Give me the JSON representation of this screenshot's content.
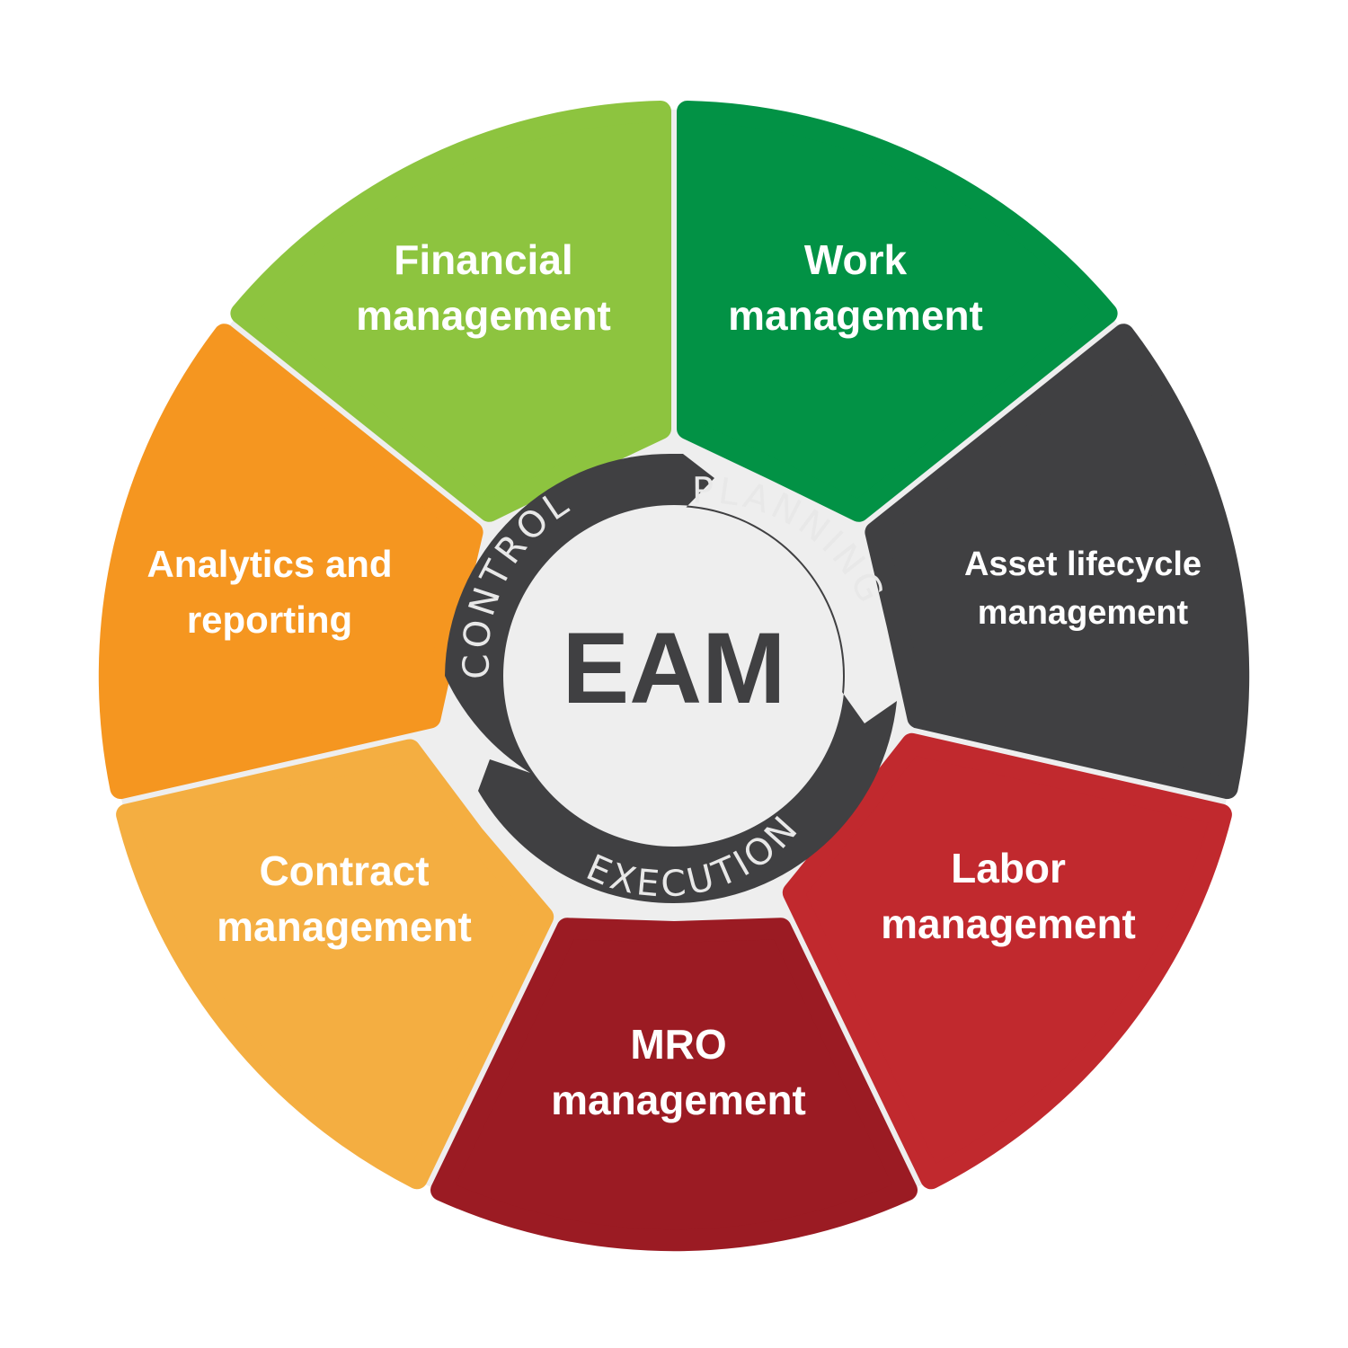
{
  "center": {
    "label": "EAM"
  },
  "cycle": {
    "stages": [
      "PLANNING",
      "EXECUTION",
      "CONTROL"
    ],
    "ring_color": "#404042",
    "ring_text_color": "#e8e8e8"
  },
  "background": {
    "outer_disc": "#eeeeee",
    "page": "#ffffff"
  },
  "segments": [
    {
      "lines": [
        "Work",
        "management"
      ],
      "color": "#029245"
    },
    {
      "lines": [
        "Asset lifecycle",
        "management"
      ],
      "color": "#404042"
    },
    {
      "lines": [
        "Labor",
        "management"
      ],
      "color": "#c1292e"
    },
    {
      "lines": [
        "MRO",
        "management"
      ],
      "color": "#9b1b23"
    },
    {
      "lines": [
        "Contract",
        "management"
      ],
      "color": "#f4ae41"
    },
    {
      "lines": [
        "Analytics and",
        "reporting"
      ],
      "color": "#f59620"
    },
    {
      "lines": [
        "Financial",
        "management"
      ],
      "color": "#8dc43f"
    }
  ]
}
